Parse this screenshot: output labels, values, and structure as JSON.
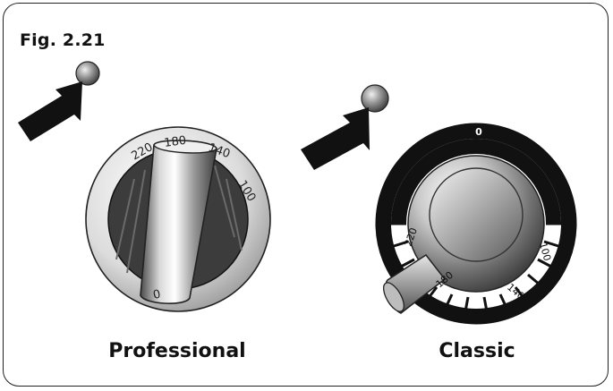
{
  "figure": {
    "label": "Fig. 2.21"
  },
  "professional": {
    "caption": "Professional",
    "scale": [
      "220",
      "180",
      "140",
      "100",
      "0"
    ]
  },
  "classic": {
    "caption": "Classic",
    "scale_top": "0",
    "scale_marks": [
      "220",
      "180",
      "140",
      "100"
    ]
  },
  "colors": {
    "outline": "#222222",
    "arrow": "#111111",
    "indicator": "#7a7a7a",
    "dial_dark": "#3c3c3c",
    "bezel_dark": "#111111"
  },
  "icons": [
    "indicator-light-icon",
    "pointer-arrow-icon",
    "knob-icon"
  ]
}
